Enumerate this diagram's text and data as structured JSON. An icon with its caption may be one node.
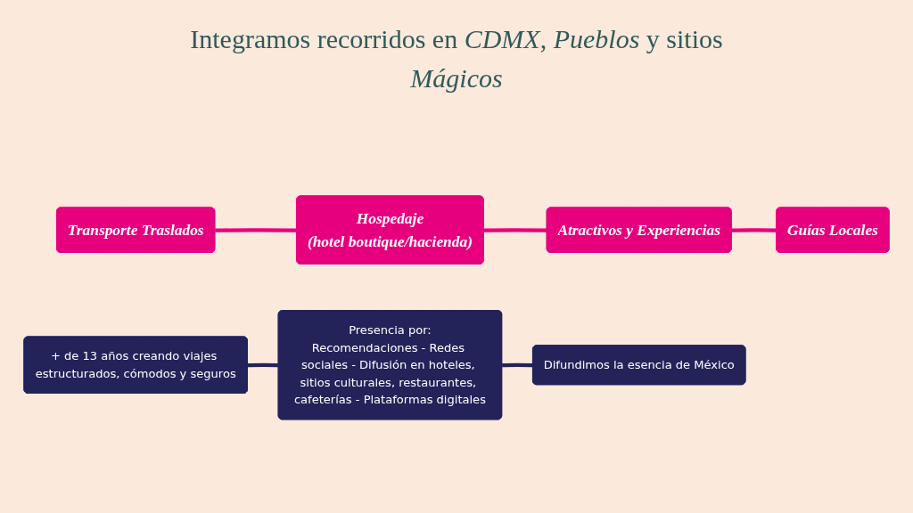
{
  "diagram": {
    "title": "Integramos recorridos en *CDMX*, *Pueblos* y sitios *Mágicos*",
    "nodes": [
      {
        "text": [
          "Transporte Traslados"
        ]
      },
      {
        "text": [
          "Hospedaje",
          "(hotel boutique/hacienda)"
        ]
      },
      {
        "text": [
          "Atractivos y Experiencias"
        ]
      },
      {
        "text": [
          "Guías Locales"
        ]
      },
      {
        "text": [
          "+ de 13 años creando viajes estructurados, cómodos y seguros"
        ]
      },
      {
        "text": [
          "Presencia por:",
          "Recomendaciones - Redes sociales - Difusión en hoteles, sitios culturales, restaurantes, cafeterías - Plataformas digitales"
        ]
      },
      {
        "text": [
          "Difundimos la esencia de México"
        ]
      }
    ],
    "edges": [
      {
        "from": 0,
        "to": 1,
        "arrow": "none"
      },
      {
        "from": 1,
        "to": 2,
        "arrow": "none"
      },
      {
        "from": 2,
        "to": 3,
        "arrow": "none"
      },
      {
        "from": 4,
        "to": 5,
        "arrow": "none",
        "color": "#23235a"
      },
      {
        "from": 5,
        "to": 6,
        "arrow": "none",
        "color": "#23235a"
      }
    ]
  }
}
